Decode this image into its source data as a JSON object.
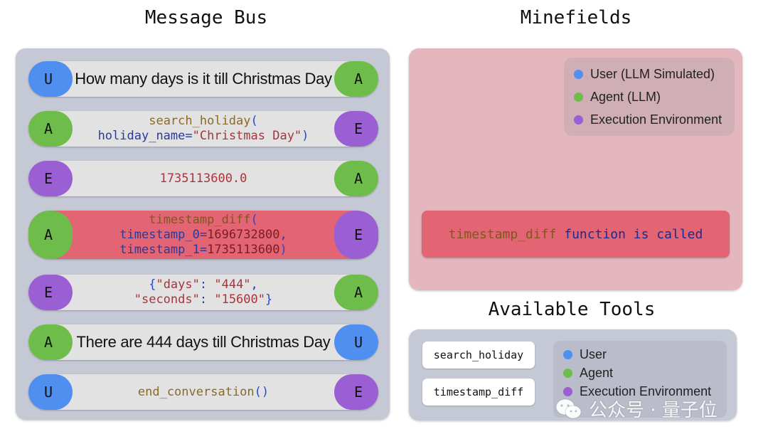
{
  "titles": {
    "message_bus": "Message Bus",
    "minefields": "Minefields",
    "available_tools": "Available Tools"
  },
  "colors": {
    "user": "#4e8ff0",
    "agent": "#6ebd4a",
    "environment": "#9a5fd3",
    "alert": "#e36472"
  },
  "messages": [
    {
      "from": "U",
      "to": "A",
      "text": "How many days is it till Christmas Day"
    },
    {
      "from": "A",
      "to": "E",
      "fn": "search_holiday",
      "open": "(",
      "param": "holiday_name",
      "eq": "=",
      "value": "\"Christmas Day\"",
      "close": ")"
    },
    {
      "from": "E",
      "to": "A",
      "value": "1735113600.0"
    },
    {
      "from": "A",
      "to": "E",
      "fn": "timestamp_diff",
      "open": "(",
      "param0": "timestamp_0",
      "eq": "=",
      "value0": "1696732800",
      "comma": ",",
      "param1": "timestamp_1",
      "value1": "1735113600",
      "close": ")"
    },
    {
      "from": "E",
      "to": "A",
      "brace_open": "{",
      "key0": "\"days\"",
      "colon": ": ",
      "val0": "\"444\"",
      "comma": ",",
      "key1": "\"seconds\"",
      "val1": "\"15600\"",
      "brace_close": "}"
    },
    {
      "from": "A",
      "to": "U",
      "text": "There are 444 days till Christmas Day"
    },
    {
      "from": "U",
      "to": "E",
      "fn": "end_conversation",
      "parens": "()"
    }
  ],
  "minefields": {
    "legend": [
      {
        "label": "User (LLM Simulated)",
        "color": "#4e8ff0"
      },
      {
        "label": "Agent (LLM)",
        "color": "#6ebd4a"
      },
      {
        "label": "Execution Environment",
        "color": "#9a5fd3"
      }
    ],
    "rule": {
      "fn": "timestamp_diff",
      "rest": " function is called"
    }
  },
  "tools": {
    "items": [
      "search_holiday",
      "timestamp_diff"
    ],
    "legend": [
      {
        "label": "User",
        "color": "#4e8ff0"
      },
      {
        "label": "Agent",
        "color": "#6ebd4a"
      },
      {
        "label": "Execution Environment",
        "color": "#9a5fd3"
      }
    ]
  },
  "watermark": {
    "text": "公众号 · 量子位",
    "icon": "wechat-icon"
  }
}
